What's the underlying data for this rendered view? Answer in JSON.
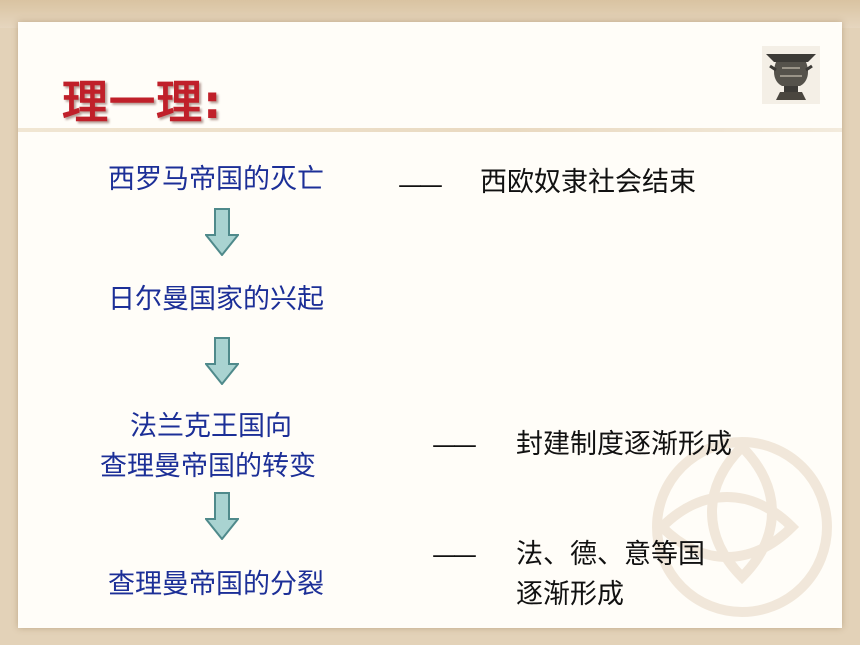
{
  "slide": {
    "heading": "理一理:",
    "logo_icon": "bronze-vessel-icon",
    "watermark_icon": "decorative-flower-watermark"
  },
  "flow": {
    "nodes": [
      "西罗马帝国的灭亡",
      "日尔曼国家的兴起",
      "法兰克王国向",
      "查理曼帝国的转变",
      "查理曼帝国的分裂"
    ],
    "connector": "——",
    "results": [
      "西欧奴隶社会结束",
      "封建制度逐渐形成",
      "法、德、意等国",
      "逐渐形成"
    ],
    "arrow_icon": "down-arrow-icon"
  },
  "colors": {
    "heading": "#c0202a",
    "node_text": "#1c2f97",
    "result_text": "#111111",
    "arrow_fill": "#a9d3d1",
    "arrow_stroke": "#4f8a8b"
  }
}
